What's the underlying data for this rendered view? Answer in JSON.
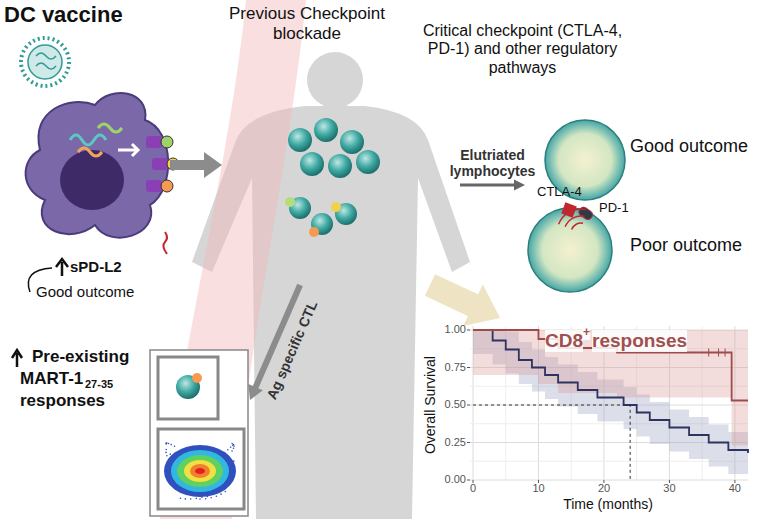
{
  "diagram": {
    "nodes": [
      {
        "text": [
          "DC vaccine"
        ]
      },
      {
        "text": [
          "Previous Checkpoint blockade"
        ]
      },
      {
        "text": [
          "Good outcome"
        ]
      },
      {
        "text": [
          "CTLA-4",
          "PD-1",
          "Poor outcome"
        ]
      },
      {
        "text": [
          "Pre-existing",
          "MART-1",
          "27-35",
          "responses"
        ]
      },
      {
        "text": [
          "CD8",
          "+",
          "responses",
          "Overall Survival",
          "Time (months)"
        ]
      }
    ],
    "edges": [
      {
        "from": 0,
        "to": 1,
        "arrow": "to"
      },
      {
        "from": 1,
        "to": 2,
        "label": "Elutriated lymphocytes",
        "arrow": "to"
      },
      {
        "from": 1,
        "to": 4,
        "label": "Ag specific CTL",
        "arrow": "to"
      },
      {
        "from": 1,
        "to": 5,
        "arrow": "to"
      }
    ],
    "labels": [
      "Critical checkpoint (CTLA-4, PD-1) and other regulatory pathways",
      "sPD-L2",
      "Good outcome",
      "1.00",
      "0.75",
      "0.50",
      "0.25",
      "0.00",
      "0",
      "10",
      "20",
      "30",
      "40"
    ]
  }
}
